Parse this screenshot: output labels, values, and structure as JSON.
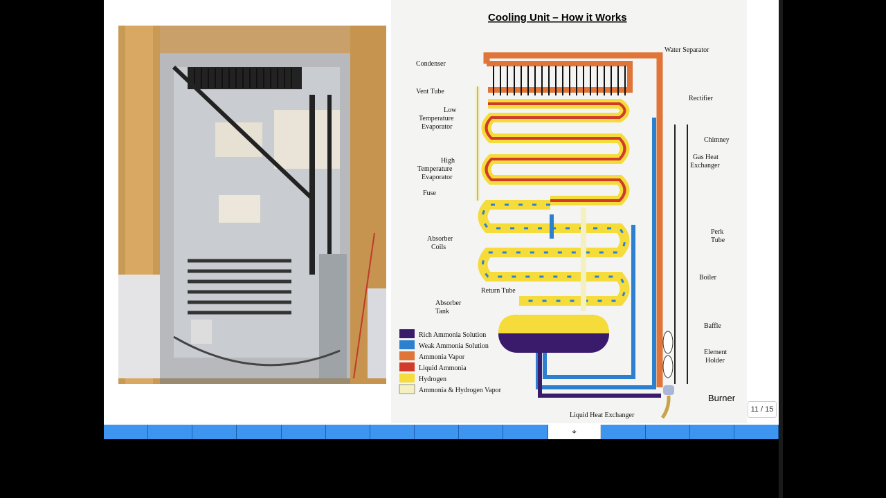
{
  "diagram": {
    "title": "Cooling Unit – How it Works",
    "labels": {
      "water_separator": "Water Separator",
      "condenser": "Condenser",
      "vent_tube": "Vent Tube",
      "rectifier": "Rectifier",
      "low_temp_1": "Low",
      "low_temp_2": "Temperature",
      "low_temp_3": "Evaporator",
      "chimney": "Chimney",
      "gas_heat_1": "Gas Heat",
      "gas_heat_2": "Exchanger",
      "high_temp_1": "High",
      "high_temp_2": "Temperature",
      "high_temp_3": "Evaporator",
      "fuse": "Fuse",
      "perk_1": "Perk",
      "perk_2": "Tube",
      "absorber_coils_1": "Absorber",
      "absorber_coils_2": "Coils",
      "boiler": "Boiler",
      "return_tube": "Return Tube",
      "absorber_tank_1": "Absorber",
      "absorber_tank_2": "Tank",
      "baffle": "Baffle",
      "element_1": "Element",
      "element_2": "Holder",
      "burner": "Burner",
      "liquid_heat": "Liquid Heat Exchanger"
    },
    "legend": [
      {
        "label": "Rich Ammonia Solution",
        "color": "#3a1a6b"
      },
      {
        "label": "Weak Ammonia Solution",
        "color": "#2d7fd0"
      },
      {
        "label": "Ammonia Vapor",
        "color": "#e0753a"
      },
      {
        "label": "Liquid Ammonia",
        "color": "#d23a2a"
      },
      {
        "label": "Hydrogen",
        "color": "#f5dc3a"
      },
      {
        "label": "Ammonia & Hydrogen Vapor",
        "color": "#f5f0c0"
      }
    ]
  },
  "slide_counter": "11 / 15",
  "progress": {
    "total_segments": 15,
    "current_segment": 11
  },
  "icons": {
    "cursor": "cursor-icon"
  }
}
